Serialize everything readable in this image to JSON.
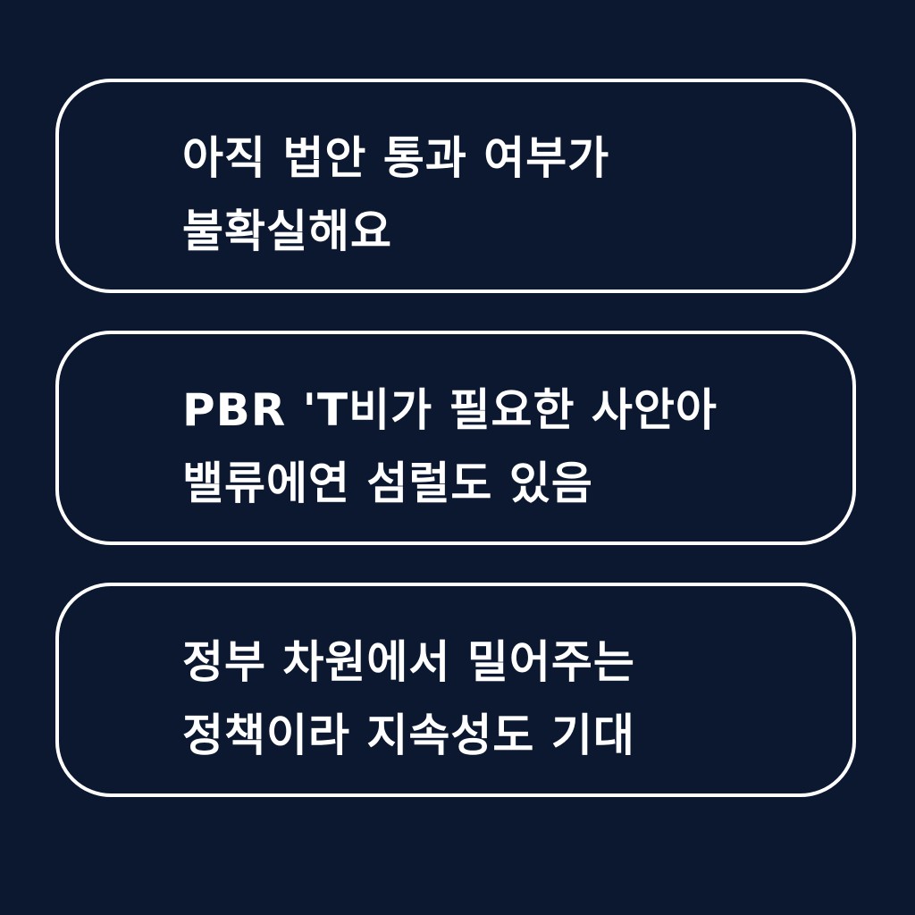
{
  "cards": [
    {
      "lines": [
        "아직 법안 통과 여부가",
        "불확실해요"
      ]
    },
    {
      "lines": [
        "PBR 'T비가 필요한 사안아",
        "밸류에연 섬럴도 있음"
      ]
    },
    {
      "lines": [
        "정부 차원에서 밀어주는",
        "정책이라 지속성도 기대"
      ]
    }
  ],
  "colors": {
    "background": "#0b1830",
    "border": "#ffffff",
    "text": "#ffffff"
  }
}
